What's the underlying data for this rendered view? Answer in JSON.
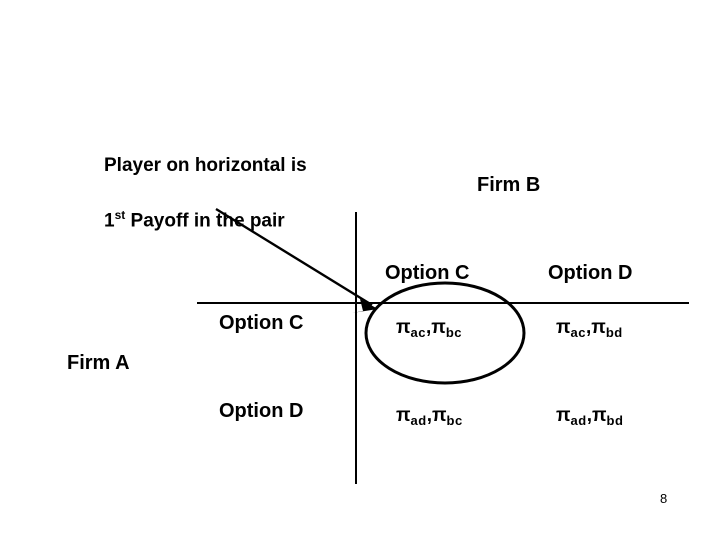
{
  "slide": {
    "caption_line1": "Player on horizontal is",
    "caption_line2_pre": "1",
    "caption_line2_ord": "st",
    "caption_line2_post": " Payoff in the pair",
    "page_number": "8"
  },
  "matrix": {
    "column_player_label": "Firm B",
    "row_player_label": "Firm A",
    "column_headers": [
      "Option C",
      "Option D"
    ],
    "row_headers": [
      "Option C",
      "Option D"
    ],
    "cells": [
      [
        {
          "first": "π",
          "first_sub": "ac",
          "sep": ",",
          "second": "π",
          "second_sub": "bc"
        },
        {
          "first": "π",
          "first_sub": "ac",
          "sep": ",",
          "second": "π",
          "second_sub": "bd"
        }
      ],
      [
        {
          "first": "π",
          "first_sub": "ad",
          "sep": ",",
          "second": "π",
          "second_sub": "bc"
        },
        {
          "first": "π",
          "first_sub": "ad",
          "sep": ",",
          "second": "π",
          "second_sub": "bd"
        }
      ]
    ]
  },
  "annotations": {
    "pointer_target": "cell-option-c-option-c",
    "highlight_target": "cell-option-c-option-c",
    "line_color": "#000000"
  }
}
